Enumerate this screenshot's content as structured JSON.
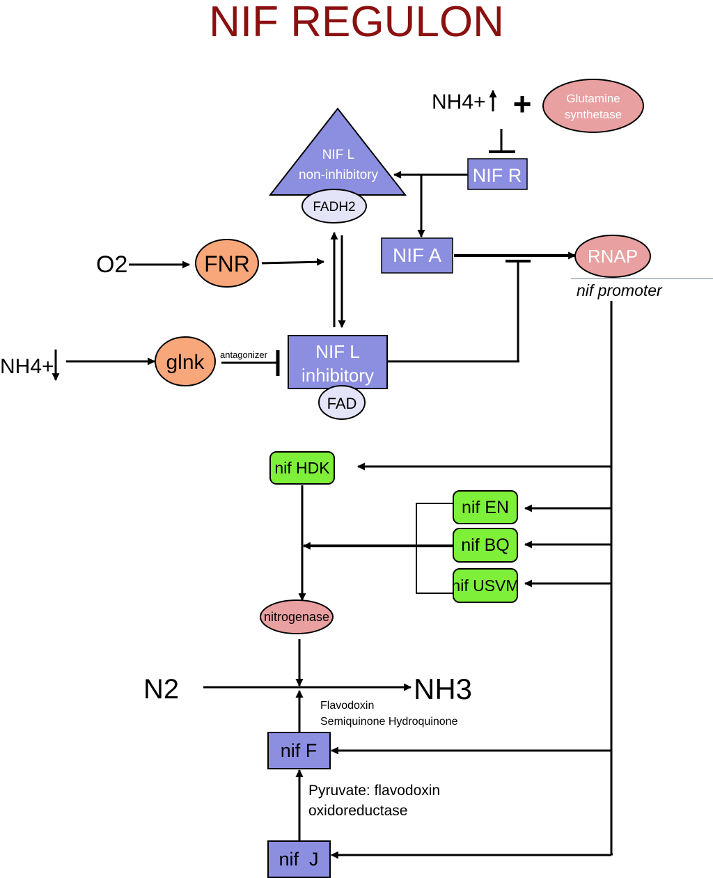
{
  "title": "NIF REGULON",
  "colors": {
    "title": "#8b1010",
    "purple_box": "#8c8ee0",
    "orange_node": "#f7a77a",
    "pink_node": "#e8a0a0",
    "green_box": "#7ff03a",
    "cofactor": "#e4e4f8",
    "line": "#000000"
  },
  "nodes": {
    "nh4_up": "NH4+",
    "plus_sign": "+",
    "glutamine_synthetase": [
      "Glutamine",
      "synthetase"
    ],
    "nifl_noninhibitory": [
      "NIF L",
      "non-inhibitory"
    ],
    "fadh2": "FADH2",
    "nifr": "NIF R",
    "nifa": "NIF A",
    "rnap": "RNAP",
    "nif_promoter": "nif promoter",
    "o2": "O2",
    "fnr": "FNR",
    "nh4_down": "NH4+",
    "glnk": "glnk",
    "antagonizer": "antagonizer",
    "nifl_inhibitory": [
      "NIF L",
      "inhibitory"
    ],
    "fad": "FAD",
    "nif_hdk": "nif HDK",
    "nif_en": "nif EN",
    "nif_bq": "nif BQ",
    "nif_usvm": "nif USVM",
    "nitrogenase": "nitrogenase",
    "n2": "N2",
    "nh3": "NH3",
    "flavodoxin": [
      "Flavodoxin",
      "Semiquinone Hydroquinone"
    ],
    "nif_f": "nif F",
    "pyruvate": [
      "Pyruvate: flavodoxin",
      "oxidoreductase"
    ],
    "nif_j": "nif  J"
  }
}
